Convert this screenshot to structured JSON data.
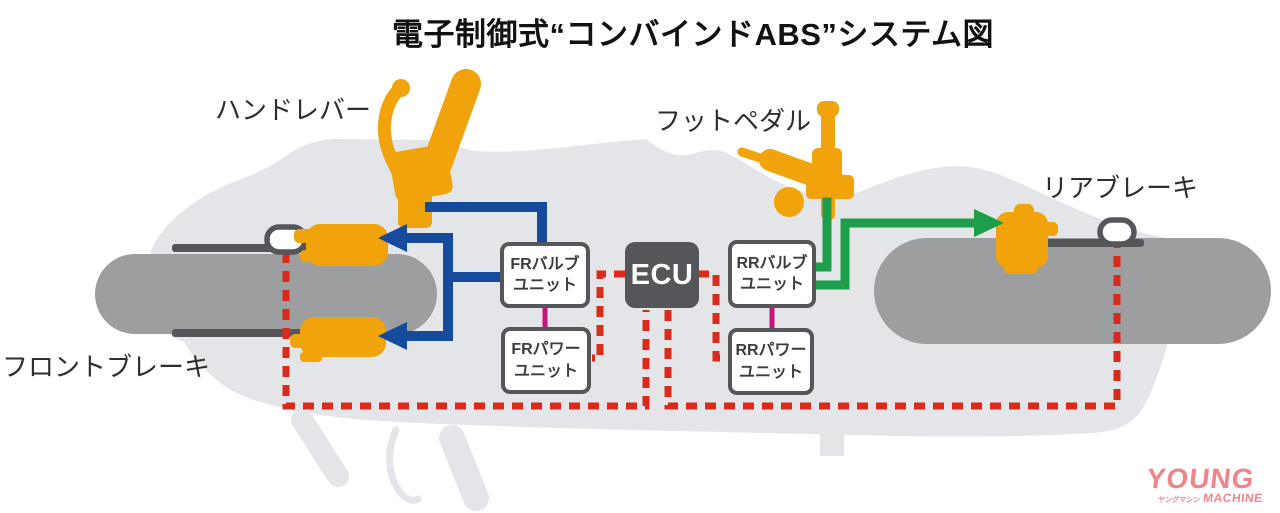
{
  "title": "電子制御式“コンバインドABS”システム図",
  "labels": {
    "hand_lever": "ハンドレバー",
    "foot_pedal": "フットペダル",
    "rear_brake": "リアブレーキ",
    "front_brake": "フロントブレーキ"
  },
  "nodes": {
    "fr_valve": {
      "line1": "FRバルブ",
      "line2": "ユニット"
    },
    "fr_power": {
      "line1": "FRパワー",
      "line2": "ユニット"
    },
    "ecu": {
      "label": "ECU"
    },
    "rr_valve": {
      "line1": "RRバルブ",
      "line2": "ユニット"
    },
    "rr_power": {
      "line1": "RRパワー",
      "line2": "ユニット"
    }
  },
  "logo": {
    "young": "YOUNG",
    "machine": "MACHINE",
    "katakana": "ヤングマシン"
  },
  "colors": {
    "front_hydraulic_line": "#164a9c",
    "rear_hydraulic_line": "#1c9e4b",
    "ecu_signal_line": "#d92a1c",
    "power_link_line": "#c4177d",
    "actuator_orange": "#f0a30a",
    "body_silhouette": "#e3e5e8",
    "wheel_gray": "#9c9ea0",
    "dark_gray": "#54565a",
    "logo_pink": "#ef858b"
  }
}
